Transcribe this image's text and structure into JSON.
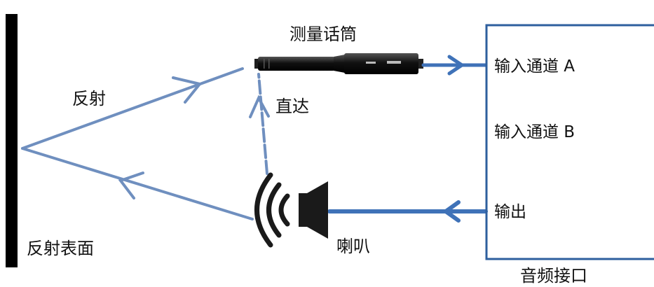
{
  "labels": {
    "microphone": "测量话筒",
    "reflection": "反射",
    "direct": "直达",
    "reflective_surface": "反射表面",
    "speaker": "喇叭",
    "audio_interface": "音频接口"
  },
  "interface_ports": {
    "input_a": "输入通道 A",
    "input_b": "输入通道 B",
    "output": "输出"
  },
  "colors": {
    "arrow": "#6f8fbf",
    "link": "#3f72b8",
    "box": "#2e5f9e",
    "wall": "#000000",
    "speaker": "#1a1a1a"
  },
  "icons": {
    "microphone": "measurement-microphone-icon",
    "speaker": "loudspeaker-icon"
  }
}
